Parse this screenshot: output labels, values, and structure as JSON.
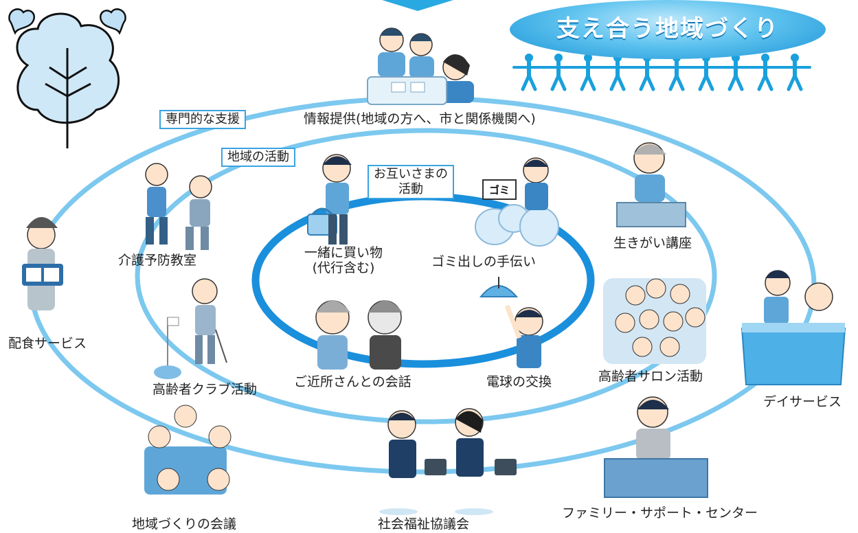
{
  "header": {
    "title": "支え合う地域づくり"
  },
  "labels": {
    "specialized_support": "専門的な支援",
    "community_activities": "地域の活動",
    "mutual_activities_line1": "お互いさまの",
    "mutual_activities_line2": "活動",
    "info_provision": "情報提供(地域の方へ、市と関係機関へ)",
    "shopping_line1": "一緒に買い物",
    "shopping_line2": "(代行含む)",
    "garbage_help": "ゴミ出しの手伝い",
    "garbage_sign": "ゴミ",
    "neighbor_chat": "ご近所さんとの会話",
    "bulb_change": "電球の交換",
    "care_prevention_class": "介護予防教室",
    "senior_club": "高齢者クラブ活動",
    "meal_delivery": "配食サービス",
    "lifelong_lecture": "生きがい講座",
    "senior_salon": "高齢者サロン活動",
    "day_service": "デイサービス",
    "family_support_center": "ファミリー・サポート・センター",
    "social_welfare_council": "社会福祉協議会",
    "community_meeting": "地域づくりの会議"
  },
  "colors": {
    "ring_outer": "#7cc8ef",
    "ring_middle": "#7cc8ef",
    "ring_inner": "#1a8fdc",
    "accent": "#29a9e1",
    "people_chain": "#1aa0dc"
  },
  "people_chain_count": 10
}
